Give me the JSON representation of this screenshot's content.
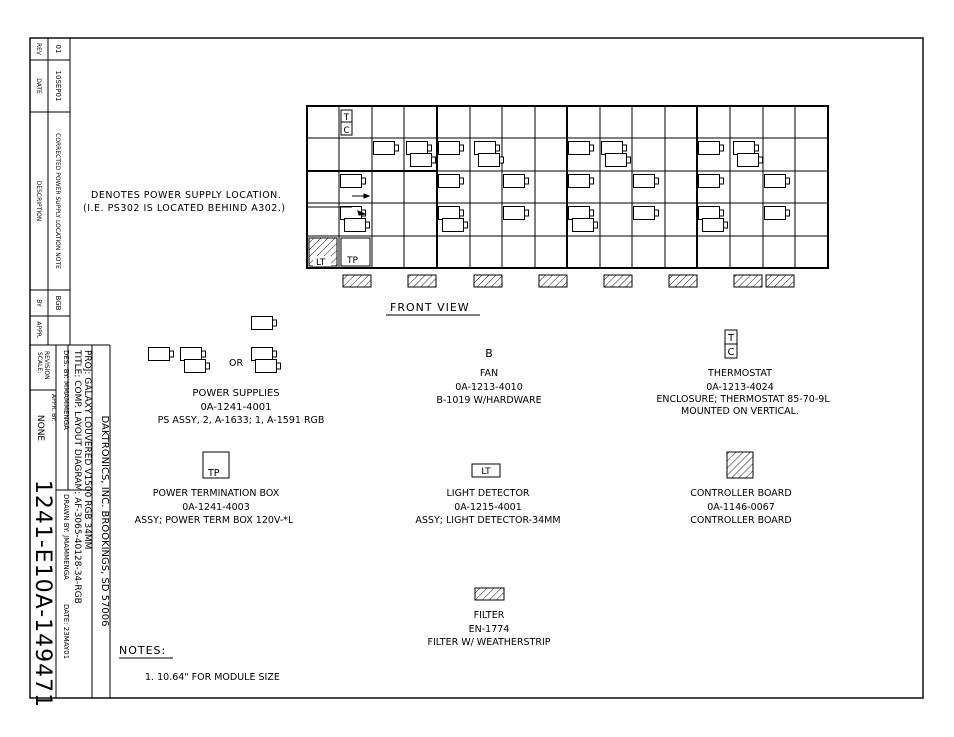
{
  "revision_block": {
    "rev_label": "REV",
    "date_label": "DATE",
    "description_label": "DESCRIPTION",
    "by_label": "BY",
    "appr_label": "APPR.",
    "rev": "01",
    "date": "10SEP01",
    "description": "CORRECTED POWER SUPPLY LOCATION NOTE",
    "by": "BGB",
    "revision_label": "REVISION",
    "appr_by_label": "APPR. BY:"
  },
  "title_block": {
    "company": "DAKTRONICS, INC.  BROOKINGS, SD 57006",
    "proj": "PROJ:  GALAXY  LOUVERED V1500  RGB 34MM",
    "title": "TITLE:  COMP. LAYOUT DIAGRAM: AF-3065-40128-34-RGB",
    "des_by": "DES. BY: MMAMMENGA",
    "drawn_by": "DRAWN BY: JMAMMENGA",
    "date": "DATE: 23MAY01",
    "scale": "SCALE:",
    "scale_value": "NONE",
    "drawing_number": "1241-E10A-149471"
  },
  "diagram": {
    "denotes_line1": "DENOTES POWER SUPPLY LOCATION.",
    "denotes_line2": "(I.E. PS302 IS LOCATED BEHIND A302.)",
    "front_view": "FRONT VIEW",
    "cell_tc_t": "T",
    "cell_tc_c": "C",
    "cell_lt": "LT",
    "cell_tp": "TP"
  },
  "legend": {
    "or": "OR",
    "power_supplies": {
      "title": "POWER SUPPLIES",
      "part": "0A-1241-4001",
      "desc": "PS ASSY, 2, A-1633; 1, A-1591 RGB"
    },
    "fan": {
      "symbol": "B",
      "title": "FAN",
      "part": "0A-1213-4010",
      "desc": "B-1019 W/HARDWARE"
    },
    "thermostat": {
      "symbol_t": "T",
      "symbol_c": "C",
      "title": "THERMOSTAT",
      "part": "0A-1213-4024",
      "desc": "ENCLOSURE; THERMOSTAT 85-70-9L",
      "note": "MOUNTED ON VERTICAL."
    },
    "power_term_box": {
      "symbol": "TP",
      "title": "POWER TERMINATION BOX",
      "part": "0A-1241-4003",
      "desc": "ASSY; POWER TERM BOX 120V-*L"
    },
    "light_detector": {
      "symbol": "LT",
      "title": "LIGHT DETECTOR",
      "part": "0A-1215-4001",
      "desc": "ASSY; LIGHT DETECTOR-34MM"
    },
    "controller_board": {
      "title": "CONTROLLER BOARD",
      "part": "0A-1146-0067",
      "desc": "CONTROLLER BOARD"
    },
    "filter": {
      "title": "FILTER",
      "part": "EN-1774",
      "desc": "FILTER W/ WEATHERSTRIP"
    }
  },
  "notes": {
    "heading": "NOTES:",
    "items": [
      "1.   10.64\" FOR MODULE SIZE"
    ]
  }
}
